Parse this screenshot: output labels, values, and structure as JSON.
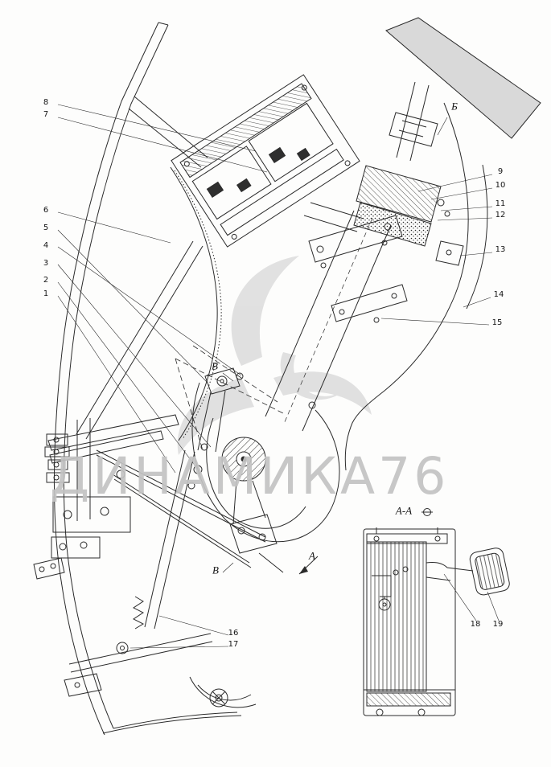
{
  "watermark": {
    "text": "ДИНАМИКА76",
    "color": "#c3c3c3"
  },
  "callouts": {
    "n1": "1",
    "n2": "2",
    "n3": "3",
    "n4": "4",
    "n5": "5",
    "n6": "6",
    "n7": "7",
    "n8": "8",
    "n9": "9",
    "n10": "10",
    "n11": "11",
    "n12": "12",
    "n13": "13",
    "n14": "14",
    "n15": "15",
    "n16": "16",
    "n17": "17",
    "n18": "18",
    "n19": "19"
  },
  "sections": {
    "b": "Б",
    "v_top": "В",
    "v_bottom": "В",
    "a_arrow": "А",
    "a_a": "А-А"
  },
  "drawing_meta": {
    "line_color": "#2b2b2b",
    "fill_light_gray": "#d9d9d9"
  }
}
